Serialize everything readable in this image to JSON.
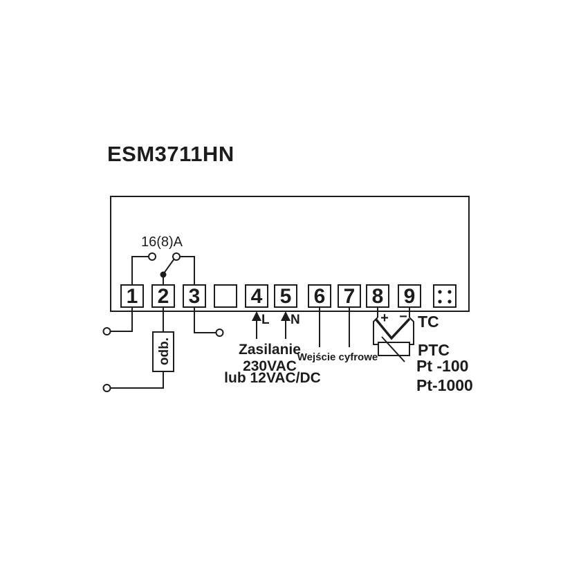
{
  "page": {
    "background_color": "#ffffff",
    "ink_color": "#1c1c1c"
  },
  "title": "ESM3711HN",
  "relay": {
    "rating": "16(8)A"
  },
  "terminals": {
    "labels": [
      "1",
      "2",
      "3",
      "4",
      "5",
      "6",
      "7",
      "8",
      "9"
    ]
  },
  "load": {
    "label": "odb."
  },
  "power": {
    "line_label": "L",
    "neutral_label": "N",
    "name": "Zasilanie",
    "voltage": "230VAC",
    "alt_voltage": "lub 12VAC/DC"
  },
  "digital_input": {
    "label": "Wejście cyfrowe"
  },
  "sensors": {
    "tc_plus": "+",
    "tc_minus": "−",
    "tc_label": "TC",
    "ptc_label": "PTC",
    "pt100_label": "Pt -100",
    "pt1000_label": "Pt-1000"
  }
}
